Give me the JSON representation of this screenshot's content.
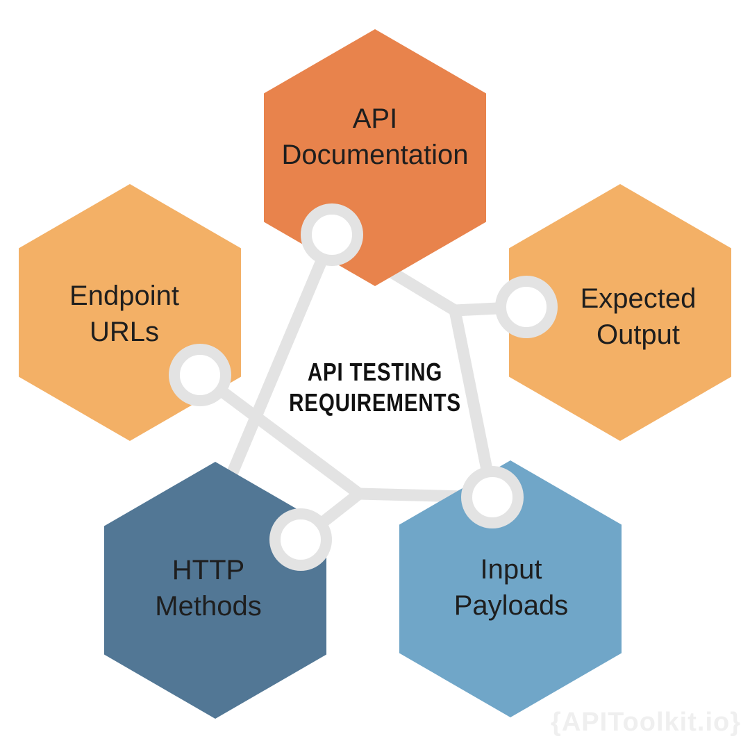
{
  "title": {
    "line1": "API TESTING",
    "line2": "REQUIREMENTS"
  },
  "watermark": "{APIToolkit.io}",
  "colors": {
    "orange": "#E8834C",
    "light_orange": "#F3B066",
    "slate_blue": "#527795",
    "light_blue": "#70A6C8",
    "connector_gray": "#E3E3E3",
    "ring_fill": "#FFFFFF",
    "label_text": "#1E1E1E",
    "title_text": "#111111",
    "watermark_gray": "#EFEFEF"
  },
  "nodes": [
    {
      "id": "api-documentation",
      "line1": "API",
      "line2": "Documentation",
      "color": "#E8834C"
    },
    {
      "id": "endpoint-urls",
      "line1": "Endpoint",
      "line2": "URLs",
      "color": "#F3B066"
    },
    {
      "id": "expected-output",
      "line1": "Expected",
      "line2": "Output",
      "color": "#F3B066"
    },
    {
      "id": "http-methods",
      "line1": "HTTP",
      "line2": "Methods",
      "color": "#527795"
    },
    {
      "id": "input-payloads",
      "line1": "Input",
      "line2": "Payloads",
      "color": "#70A6C8"
    }
  ]
}
